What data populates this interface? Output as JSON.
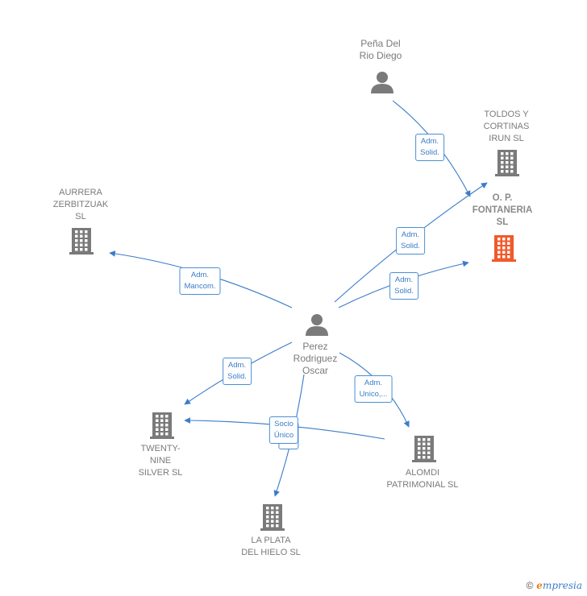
{
  "nodes": {
    "pena": {
      "label": "Peña Del\nRio Diego",
      "type": "person"
    },
    "toldos": {
      "label": "TOLDOS Y\nCORTINAS\nIRUN  SL",
      "type": "company"
    },
    "op": {
      "label": "O. P.\nFONTANERIA\nSL",
      "type": "company-main"
    },
    "aurrera": {
      "label": "AURRERA\nZERBITZUAK\nSL",
      "type": "company"
    },
    "perez": {
      "label": "Perez\nRodriguez\nOscar",
      "type": "person"
    },
    "twenty": {
      "label": "TWENTY-\nNINE\nSILVER SL",
      "type": "company"
    },
    "alomdi": {
      "label": "ALOMDI\nPATRIMONIAL SL",
      "type": "company"
    },
    "plata": {
      "label": "LA PLATA\nDEL HIELO SL",
      "type": "company"
    }
  },
  "edges": {
    "e1": "Adm.\nSolid.",
    "e2": "Adm.\nSolid.",
    "e3": "Adm.\nSolid.",
    "e4": "Adm.\nMancom.",
    "e5": "Adm.\nSolid.",
    "e6": "Adm.\nUnico,...",
    "e7": "Socio\nÚnico"
  },
  "colors": {
    "edge": "#3a7cc8",
    "icon": "#7a7a7a",
    "main": "#f05a2a"
  },
  "footer": {
    "copyright": "©",
    "brand_e": "e",
    "brand_rest": "mpresia"
  }
}
